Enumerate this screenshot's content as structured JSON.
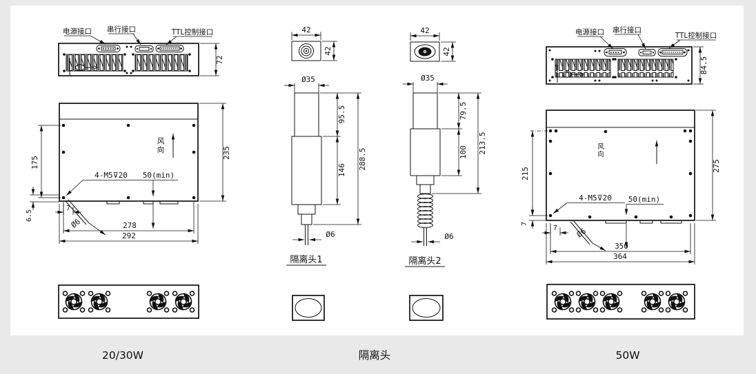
{
  "colors": {
    "page_bg": "#e9e9e9",
    "panel_bg": "#ffffff",
    "ink": "#111111"
  },
  "captions": {
    "left": "20/30W",
    "middle": "隔离头",
    "right": "50W"
  },
  "unit2030": {
    "top": {
      "label_power": "电源接口",
      "label_serial": "串行接口",
      "label_ttl": "TTL控制接口",
      "dim_height": "72"
    },
    "front": {
      "dim_left_height": "175",
      "dim_bottom_left": "6.5",
      "dim_foot_offset": "7",
      "hole_callout": "Ø6",
      "thread_callout": "4-M5⊽20",
      "clearance": "50(min)",
      "dim_inner_width": "278",
      "dim_outer_width": "292",
      "dim_right_height": "235",
      "wind_char1": "风",
      "wind_char2": "向"
    }
  },
  "isolator1": {
    "title": "隔离头1",
    "dim_top_width": "42",
    "dim_top_height": "42",
    "dim_barrel": "Ø35",
    "dim_upper": "95.5",
    "dim_lower": "146",
    "dim_total": "288.5",
    "dim_cable": "Ø6"
  },
  "isolator2": {
    "title": "隔离头2",
    "dim_top_width": "42",
    "dim_top_height": "42",
    "dim_barrel": "Ø35",
    "dim_upper": "79.5",
    "dim_lower": "100",
    "dim_total": "213.5",
    "dim_cable": "Ø6"
  },
  "unit50": {
    "top": {
      "label_power": "电源接口",
      "label_serial": "串行接口",
      "label_ttl": "TTL控制接口",
      "dim_height": "84.5"
    },
    "front": {
      "dim_left_height": "215",
      "dim_bottom_left": "7",
      "dim_foot_offset": "7",
      "hole_callout": "Ø6",
      "thread_callout": "4-M5⊽20",
      "clearance": "50(min)",
      "dim_inner_width": "350",
      "dim_outer_width": "364",
      "dim_right_height": "275",
      "wind_char1": "风",
      "wind_char2": "向"
    }
  }
}
